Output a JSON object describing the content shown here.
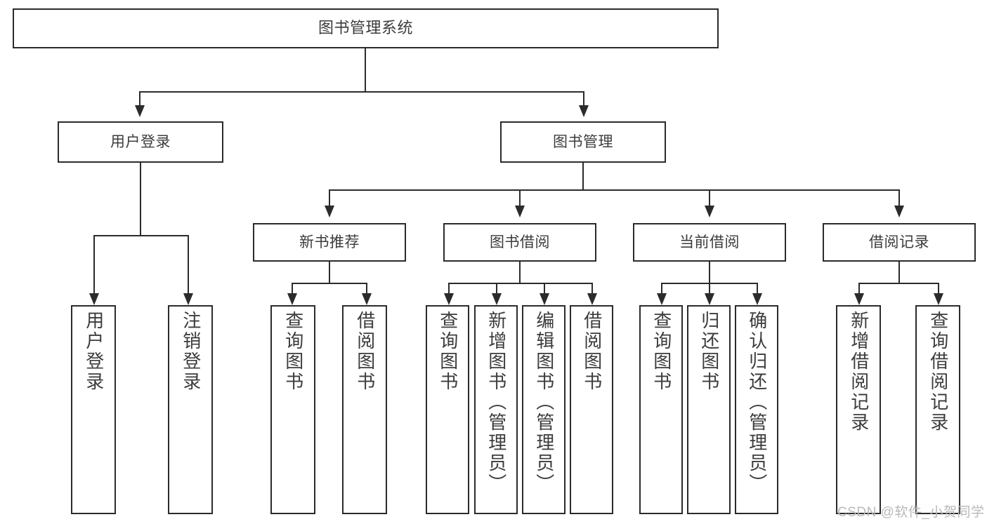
{
  "diagram": {
    "title": "图书管理系统",
    "type": "tree-hierarchy",
    "root": {
      "label": "图书管理系统"
    },
    "level1": [
      {
        "id": "user-login",
        "label": "用户登录"
      },
      {
        "id": "book-management",
        "label": "图书管理"
      }
    ],
    "level2": [
      {
        "id": "new-book-recommend",
        "label": "新书推荐",
        "parent": "book-management"
      },
      {
        "id": "book-borrow",
        "label": "图书借阅",
        "parent": "book-management"
      },
      {
        "id": "current-borrow",
        "label": "当前借阅",
        "parent": "book-management"
      },
      {
        "id": "borrow-record",
        "label": "借阅记录",
        "parent": "book-management"
      }
    ],
    "leaves": [
      {
        "id": "leaf-user-login",
        "label": "用户登录",
        "parent": "user-login"
      },
      {
        "id": "leaf-logout-login",
        "label": "注销登录",
        "parent": "user-login"
      },
      {
        "id": "leaf-query-book-1",
        "label": "查询图书",
        "parent": "new-book-recommend"
      },
      {
        "id": "leaf-borrow-book-1",
        "label": "借阅图书",
        "parent": "new-book-recommend"
      },
      {
        "id": "leaf-query-book-2",
        "label": "查询图书",
        "parent": "book-borrow"
      },
      {
        "id": "leaf-add-book",
        "label": "新增图书（管理员）",
        "parent": "book-borrow"
      },
      {
        "id": "leaf-edit-book",
        "label": "编辑图书（管理员）",
        "parent": "book-borrow"
      },
      {
        "id": "leaf-borrow-book-2",
        "label": "借阅图书",
        "parent": "book-borrow"
      },
      {
        "id": "leaf-query-book-3",
        "label": "查询图书",
        "parent": "current-borrow"
      },
      {
        "id": "leaf-return-book",
        "label": "归还图书",
        "parent": "current-borrow"
      },
      {
        "id": "leaf-confirm-return",
        "label": "确认归还（管理员）",
        "parent": "current-borrow"
      },
      {
        "id": "leaf-add-record",
        "label": "新增借阅记录",
        "parent": "borrow-record"
      },
      {
        "id": "leaf-query-record",
        "label": "查询借阅记录",
        "parent": "borrow-record"
      }
    ]
  },
  "watermark": {
    "text": "CSDN @软件_小贺同学"
  },
  "colors": {
    "stroke": "#2b2b2b",
    "text": "#3c3c3c",
    "background": "#ffffff",
    "watermark": "#b9b9b9"
  }
}
